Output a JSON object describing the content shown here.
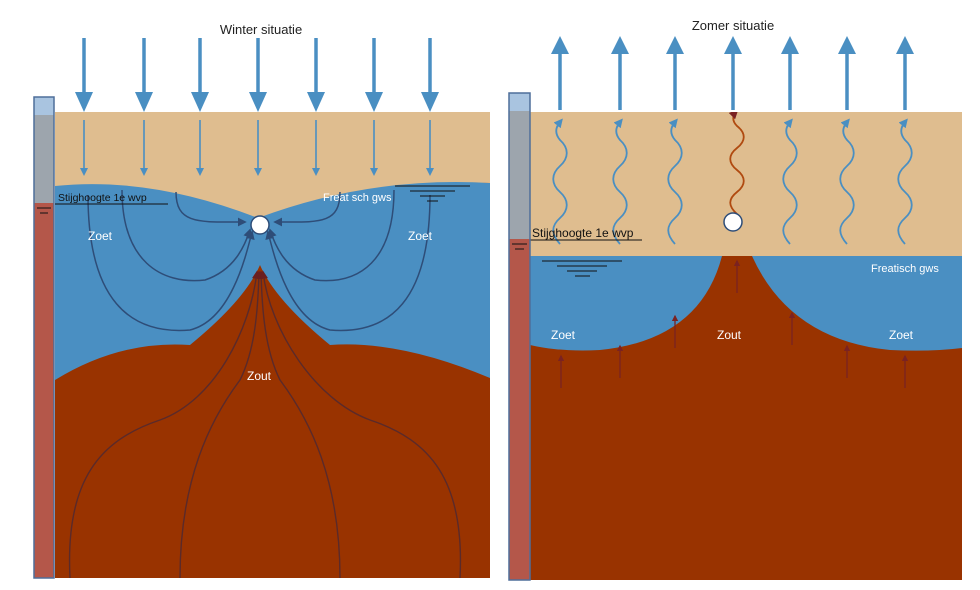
{
  "winter": {
    "title": "Winter situatie",
    "label_stijghoogte": "Stijghoogte 1e wvp",
    "label_freatisch": "Freat sch gws",
    "label_zoet_left": "Zoet",
    "label_zoet_right": "Zoet",
    "label_zout": "Zout"
  },
  "zomer": {
    "title": "Zomer situatie",
    "label_stijghoogte": "Stijghoogte 1e wvp",
    "label_freatisch": "Freatisch gws",
    "label_zoet_left": "Zoet",
    "label_zoet_right": "Zoet",
    "label_zout": "Zout"
  },
  "colors": {
    "soil": "#dfbd8f",
    "fresh_water": "#4a8fc2",
    "salt_water": "#993300",
    "arrow_blue": "#4a8fc2",
    "flow_line": "#2e4d78",
    "salt_arrow": "#7a2222",
    "piezometer_grey": "#9da5ad",
    "piezometer_red": "#b4574a",
    "piezometer_border": "#4e6e9a"
  }
}
